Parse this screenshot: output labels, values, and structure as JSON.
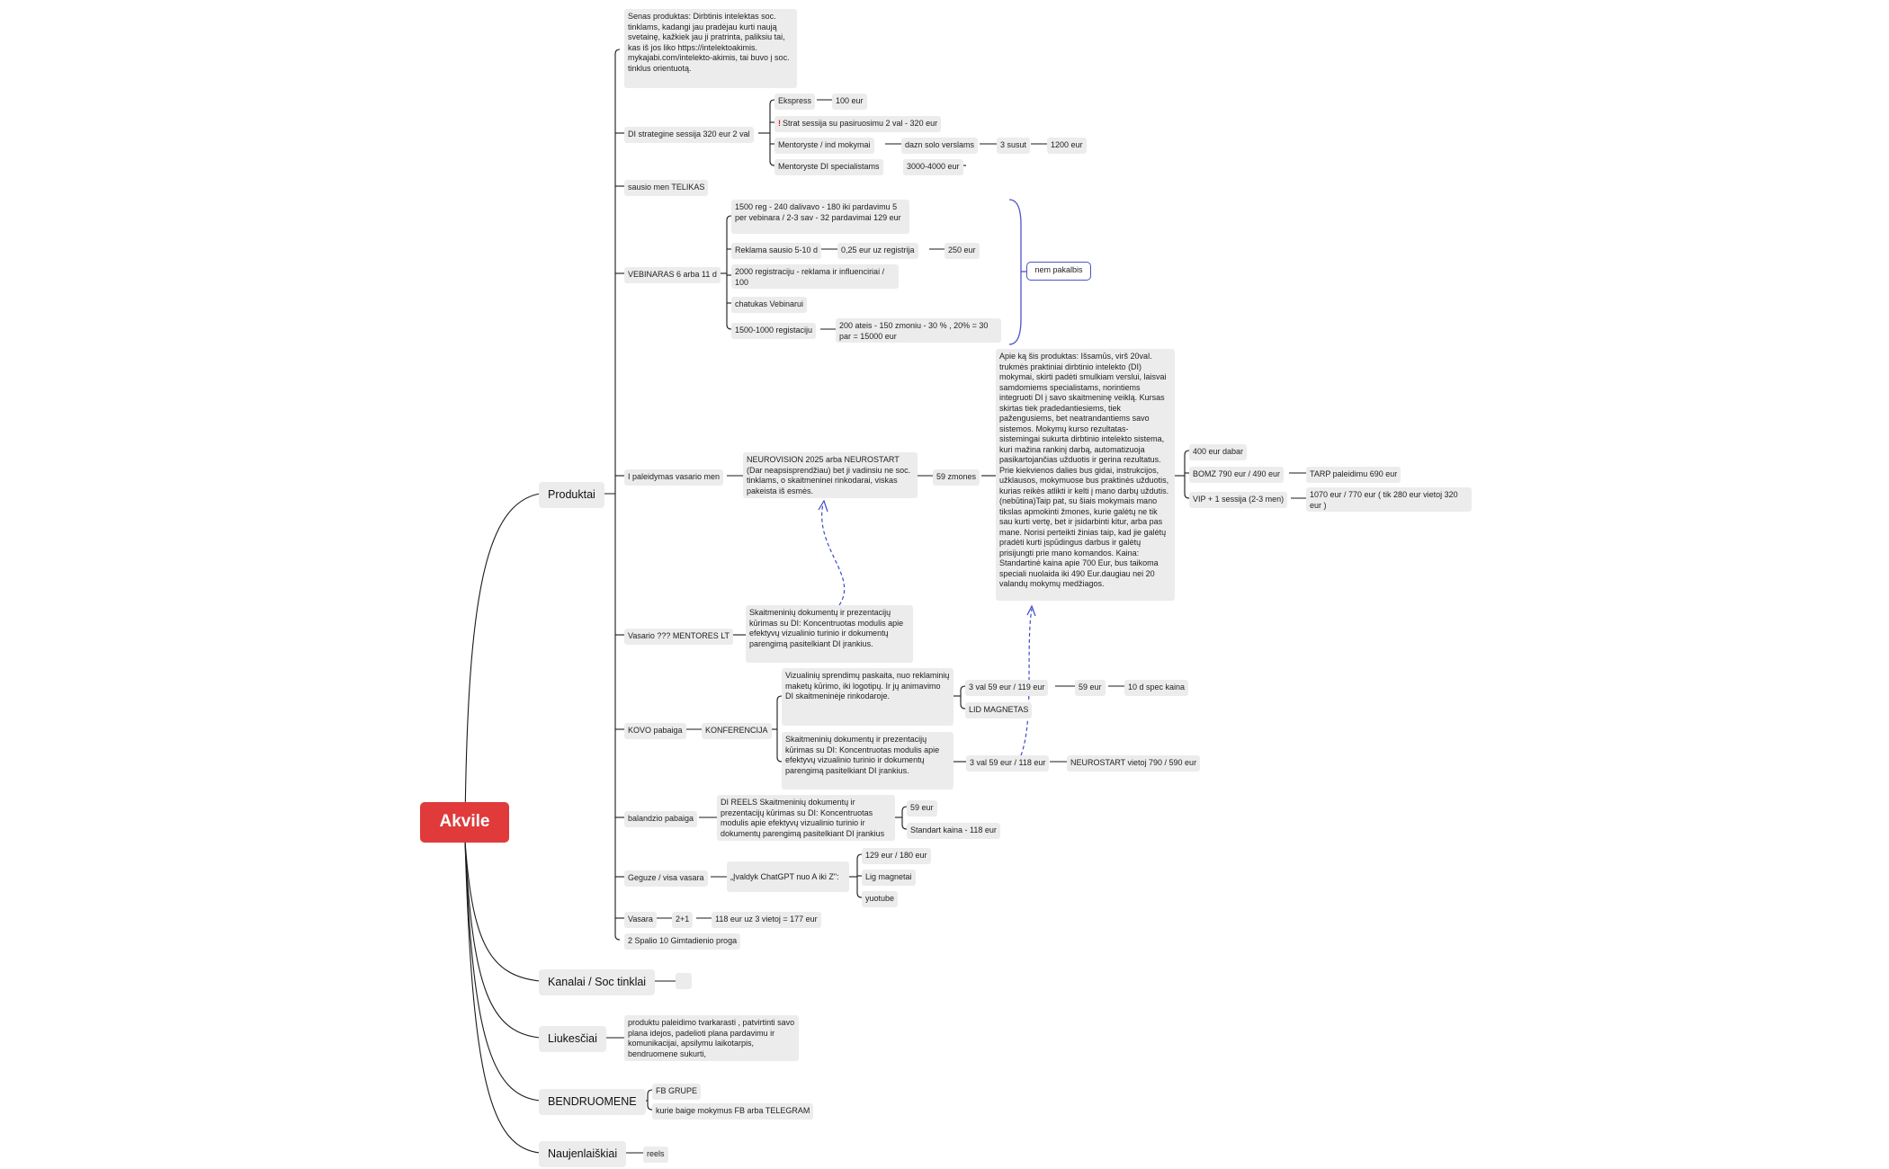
{
  "root": "Akvile",
  "branches": {
    "produktai": "Produktai",
    "kanalai": "Kanalai / Soc tinklai",
    "liukesciai": "Liukesčiai",
    "bendruomene": "BENDRUOMENE",
    "naujienlaiskiai": "Naujenlaiškiai"
  },
  "produktai": {
    "senas_produktas": "Senas produktas: Dirbtinis intelektas soc. tinklams, kadangi jau pradėjau kurti naują svetainę, kažkiek jau ji pratrinta, paliksiu tai, kas iš jos liko https://intelektoakimis. mykajabi.com/intelekto-akimis, tai buvo į soc. tinklus orientuotą.",
    "di_sesija": "DI strategine sessija 320 eur 2 val",
    "ekspress": "Ekspress",
    "ekspress_price": "100 eur",
    "strat_warning": "!",
    "strat_sesija": "Strat sessija su pasiruosimu 2 val - 320 eur",
    "mentoryste_ind": "Mentoryste / ind mokymai",
    "dazn_solo": "dazn solo verslams",
    "susut": "3 susut",
    "price_1200": "1200 eur",
    "mentoryste_di": "Mentoryste DI specialistams",
    "price_3000": "3000-4000 eur",
    "sausio": "sausio men  TELIKAS",
    "vebinaras": "VEBINARAS 6 arba 11 d",
    "reg_1500": "1500 reg - 240 dalivavo - 180 iki pardavimu 5 per vebinara / 2-3 sav - 32 pardavimai  129 eur",
    "reklama": "Reklama sausio 5-10 d",
    "reklama_kaina": "0,25 eur uz registrija",
    "reklama_suma": "250 eur",
    "reg_2000": "2000 registraciju - reklama ir influenciriai / 100",
    "chatukas": "chatukas Vebinarui",
    "reg_1500_1000": "1500-1000 registaciju",
    "ateis": "200 ateis - 150 zmoniu  - 30 % , 20% = 30 par = 15000 eur",
    "nem_pakalbis": "nem pakalbis",
    "paleidymas": "I paleidymas vasario men",
    "neurovision": "NEUROVISION 2025 arba NEUROSTART (Dar neapsisprendžiau) bet ji vadinsiu ne soc. tinklams, o skaitmeninei rinkodarai, viskas pakeista iš esmės.",
    "zmones_59": "59 zmones",
    "apie": "Apie ką šis produktas: Išsamūs, virš 20val. trukmės praktiniai dirbtinio intelekto (DI) mokymai, skirti padėti smulkiam verslui, laisvai samdomiems specialistams, norintiems integruoti DI į savo skaitmeninę veiklą. Kursas skirtas tiek pradedantiesiems, tiek pažengusiems, bet neatrandantiems savo sistemos. Mokymų kurso rezultatas- sistemingai sukurta dirbtinio intelekto sistema, kuri mažina rankinį darbą, automatizuoja pasikartojančias užduotis ir gerina rezultatus. Prie kiekvienos dalies bus gidai, instrukcijos, užklausos, mokymuose bus praktinės užduotis, kurias reikės atlikti ir kelti į mano darbų uždutis. (nebūtina)Taip pat, su šiais mokymais mano tikslas apmokinti žmones, kurie galėtų ne tik sau kurti vertę, bet ir įsidarbinti kitur, arba pas mane. Norisi perteikti žinias taip, kad jie galėtų pradėti kurti įspūdingus darbus ir galėtų prisijungti prie mano komandos. Kaina: Standartinė kaina apie 700 Eur, bus taikoma speciali nuolaida iki 490 Eur.daugiau nei 20 valandų mokymų medžiagos.",
    "eur_400": "400 eur dabar",
    "bomz": "BOMZ 790 eur / 490 eur",
    "tarp": "TARP paleidimu 690 eur",
    "vip": "VIP + 1 sessija (2-3 men)",
    "vip_price": "1070 eur / 770 eur ( tik 280 eur vietoj 320 eur )",
    "vasario_mentores": "Vasario ??? MENTORES LT",
    "skaitmeniniu_1": "Skaitmeninių dokumentų ir prezentacijų kūrimas su DI: Koncentruotas modulis apie efektyvų vizualinio turinio ir dokumentų parengimą pasitelkiant DI įrankius.",
    "kovo": "KOVO pabaiga",
    "konferencija": "KONFERENCIJA",
    "vizualiniu": "Vizualinių sprendimų paskaita, nuo reklaminių maketų kūrimo, iki logotipų. Ir jų animavimo\nDI skaitmeninėje rinkodaroje.",
    "val_59_119": "3 val 59 eur / 119 eur",
    "eur_59": "59 eur",
    "spec_kaina": "10 d spec kaina",
    "lid_magnetas": "LID MAGNETAS",
    "skaitmeniniu_2": "Skaitmeninių dokumentų ir prezentacijų kūrimas su DI: Koncentruotas modulis apie efektyvų vizualinio turinio ir dokumentų parengimą pasitelkiant DI įrankius.",
    "val_59_118": "3 val 59 eur / 118 eur",
    "neurostart_vietoj": "NEUROSTART vietoj 790 / 590 eur",
    "balandzio": "balandzio pabaiga",
    "di_reels": "DI REELS Skaitmeninių dokumentų ir prezentacijų kūrimas su DI: Koncentruotas modulis apie efektyvų vizualinio turinio ir dokumentų parengimą pasitelkiant DI įrankius",
    "bal_59": "59 eur",
    "standart": "Standart kaina - 118 eur",
    "geguze": "Geguze / visa vasara",
    "ivaldyk": "„Įvaldyk ChatGPT nuo A iki Z\":",
    "eur_129_180": "129 eur / 180 eur",
    "lig_magnetai": "Lig magnetai",
    "yuotube": "yuotube",
    "vasara": "Vasara",
    "du_plus_vienas": "2+1",
    "eur_118_3": "118 eur uz 3 vietoj = 177 eur",
    "spalio": "2 Spalio 10 Gimtadienio proga"
  },
  "kanalai": {
    "empty": ""
  },
  "liukesciai": {
    "produktu": "produktu paleidimo tvarkarasti , patvirtinti savo plana idejos, padelioti plana pardavimu ir komunikacijai, apsilymu laikotarpis, bendruomene sukurti,"
  },
  "bendruomene": {
    "fb_grupe": "FB GRUPE",
    "kurie_baige": "kurie baige mokymus FB arba TELEGRAM"
  },
  "naujienlaiskiai": {
    "reels": "reels"
  },
  "colors": {
    "root": "#e03a3a",
    "node_fill": "#ececec",
    "line": "#1a1a1a",
    "boundary": "#4a55c9",
    "relationship": "#3b4cc9"
  }
}
